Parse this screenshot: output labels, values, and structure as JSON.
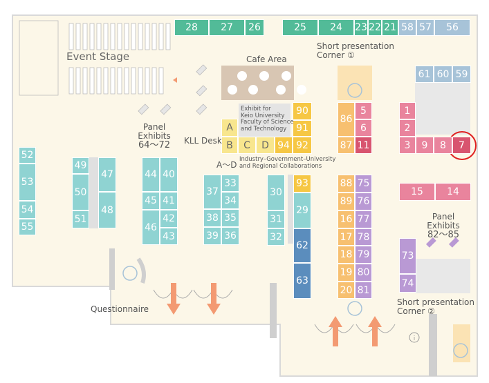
{
  "labels": {
    "event_stage": "Event Stage",
    "cafe_area": "Cafe Area",
    "short_presentation_1": [
      "Short presentation",
      "Corner ①"
    ],
    "short_presentation_2": [
      "Short presentation",
      "Corner ②"
    ],
    "panel_exhibits_left": [
      "Panel Exhibits",
      "64～72"
    ],
    "panel_exhibits_right": [
      "Panel Exhibits",
      "82～85"
    ],
    "kll_desk": "KLL Desk",
    "keio_exhibit": [
      "Exhibit for",
      "Keio University",
      "Faculty of Science",
      "and Technology"
    ],
    "collab": [
      "Industry–Government–University",
      "and Regional Collaborations"
    ],
    "ad_range": "A～D",
    "questionnaire": "Questionnaire"
  },
  "booths": {
    "top_row": [
      "28",
      "27",
      "26",
      "25",
      "24",
      "23",
      "22",
      "21",
      "58",
      "57",
      "56"
    ],
    "b61": "61",
    "b60": "60",
    "b59": "59",
    "cafe": [
      "90",
      "91",
      "92",
      "94"
    ],
    "kll": [
      "A",
      "B",
      "C",
      "D"
    ],
    "col86": [
      "5",
      "6",
      "11",
      "86",
      "87"
    ],
    "right_pink": [
      "1",
      "2",
      "3",
      "9",
      "8",
      "7"
    ],
    "pink_row": [
      "15",
      "14"
    ],
    "left_col": [
      "52",
      "53",
      "54",
      "55"
    ],
    "mid_a": [
      "49",
      "50",
      "51",
      "47",
      "48"
    ],
    "mid_b": [
      "44",
      "40",
      "45",
      "41",
      "46",
      "42",
      "43"
    ],
    "mid_c": [
      "37",
      "33",
      "34",
      "38",
      "35",
      "39",
      "36"
    ],
    "mid_d": [
      "30",
      "31",
      "32",
      "93",
      "29",
      "62",
      "63"
    ],
    "col88": [
      "88",
      "89",
      "16",
      "17",
      "18",
      "19",
      "20",
      "75",
      "76",
      "77",
      "78",
      "79",
      "80",
      "81"
    ],
    "right_low": [
      "73",
      "74"
    ]
  },
  "colors": {
    "green": "#52bb98",
    "teal": "#8fd3d2",
    "slate": "#a7c3d8",
    "blue": "#5b8dbd",
    "yellow": "#f6c744",
    "pink": "#e9849d",
    "red": "#d8546f",
    "violet": "#b999d4",
    "orange": "#f7c070",
    "floor": "#fcf7e8",
    "highlight": "#e02020",
    "arrow": "#f39a72"
  },
  "highlighted_booth": "7"
}
